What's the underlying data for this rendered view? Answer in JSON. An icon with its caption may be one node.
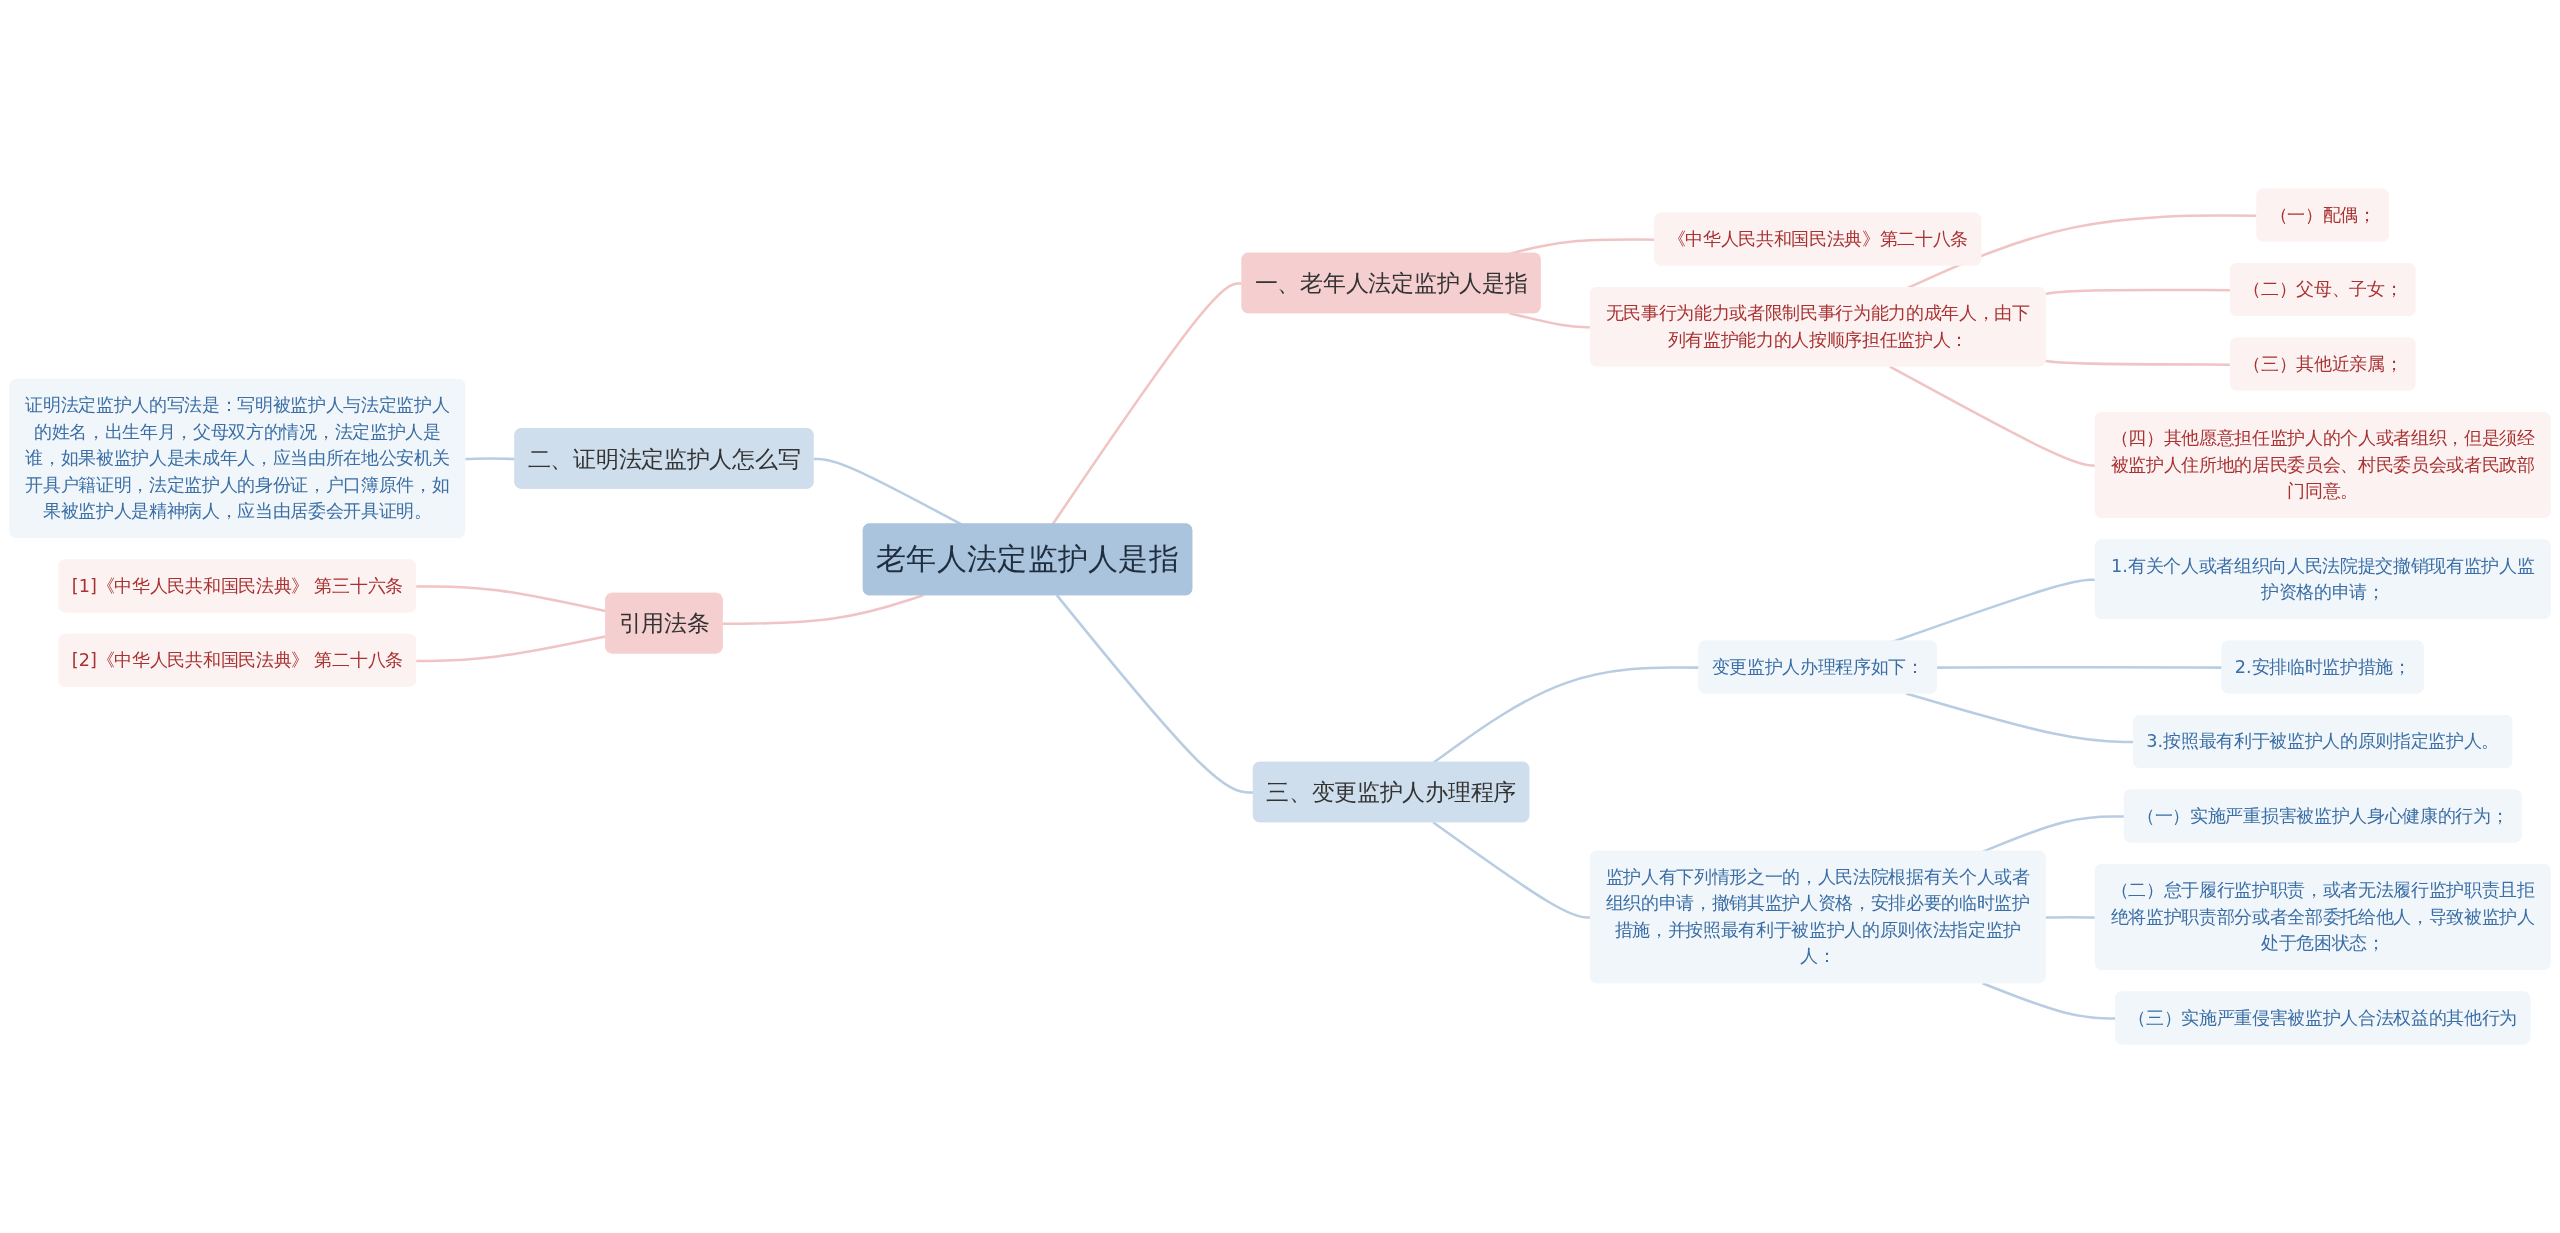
{
  "diagram": {
    "nodes": [
      {
        "text": [
          "老年人法定监护人是指"
        ]
      },
      {
        "text": [
          "一、老年人法定监护人是指"
        ]
      },
      {
        "text": [
          "《中华人民共和国民法典》第二十八条"
        ]
      },
      {
        "text": [
          "无民事行为能力或者限制民事行为能力的成年人，由下列有监护能力的人按顺序担任监护人："
        ]
      },
      {
        "text": [
          "（一）配偶；"
        ]
      },
      {
        "text": [
          "（二）父母、子女；"
        ]
      },
      {
        "text": [
          "（三）其他近亲属；"
        ]
      },
      {
        "text": [
          "（四）其他愿意担任监护人的个人或者组织，但是须经被监护人住所地的居民委员会、村民委员会或者民政部门同意。"
        ]
      },
      {
        "text": [
          "三、变更监护人办理程序"
        ]
      },
      {
        "text": [
          "变更监护人办理程序如下："
        ]
      },
      {
        "text": [
          "1.有关个人或者组织向人民法院提交撤销现有监护人监护资格的申请；"
        ]
      },
      {
        "text": [
          "2.安排临时监护措施；"
        ]
      },
      {
        "text": [
          "3.按照最有利于被监护人的原则指定监护人。"
        ]
      },
      {
        "text": [
          "监护人有下列情形之一的，人民法院根据有关个人或者组织的申请，撤销其监护人资格，安排必要的临时监护措施，并按照最有利于被监护人的原则依法指定监护人："
        ]
      },
      {
        "text": [
          "（一）实施严重损害被监护人身心健康的行为；"
        ]
      },
      {
        "text": [
          "（二）怠于履行监护职责，或者无法履行监护职责且拒绝将监护职责部分或者全部委托给他人，导致被监护人处于危困状态；"
        ]
      },
      {
        "text": [
          "（三）实施严重侵害被监护人合法权益的其他行为"
        ]
      },
      {
        "text": [
          "二、证明法定监护人怎么写"
        ]
      },
      {
        "text": [
          "证明法定监护人的写法是：写明被监护人与法定监护人的姓名，出生年月，父母双方的情况，法定监护人是谁，如果被监护人是未成年人，应当由所在地公安机关开具户籍证明，法定监护人的身份证，户口簿原件，如果被监护人是精神病人，应当由居委会开具证明。"
        ]
      },
      {
        "text": [
          "引用法条"
        ]
      },
      {
        "text": [
          "[1]《中华人民共和国民法典》 第三十六条"
        ]
      },
      {
        "text": [
          "[2]《中华人民共和国民法典》 第二十八条"
        ]
      }
    ],
    "edges": [
      {
        "from": 18,
        "to": 17,
        "arrow": "none"
      },
      {
        "from": 17,
        "to": 0,
        "arrow": "none"
      },
      {
        "from": 20,
        "to": 19,
        "arrow": "none",
        "color": "#f0c4c4"
      },
      {
        "from": 21,
        "to": 19,
        "arrow": "none",
        "color": "#f0c4c4"
      },
      {
        "from": 19,
        "to": 0,
        "arrow": "none",
        "color": "#f0c4c4"
      },
      {
        "from": 0,
        "to": 1,
        "arrow": "none",
        "color": "#f0c4c4"
      },
      {
        "from": 1,
        "to": 2,
        "arrow": "none",
        "color": "#f0c4c4"
      },
      {
        "from": 1,
        "to": 3,
        "arrow": "none",
        "color": "#f0c4c4"
      },
      {
        "from": 3,
        "to": 4,
        "arrow": "none",
        "color": "#f0c4c4"
      },
      {
        "from": 3,
        "to": 5,
        "arrow": "none",
        "color": "#f0c4c4"
      },
      {
        "from": 3,
        "to": 6,
        "arrow": "none",
        "color": "#f0c4c4"
      },
      {
        "from": 3,
        "to": 7,
        "arrow": "none",
        "color": "#f0c4c4"
      },
      {
        "from": 0,
        "to": 8,
        "arrow": "none"
      },
      {
        "from": 8,
        "to": 9,
        "arrow": "none"
      },
      {
        "from": 9,
        "to": 10,
        "arrow": "none"
      },
      {
        "from": 9,
        "to": 11,
        "arrow": "none"
      },
      {
        "from": 9,
        "to": 12,
        "arrow": "none"
      },
      {
        "from": 8,
        "to": 13,
        "arrow": "none"
      },
      {
        "from": 13,
        "to": 14,
        "arrow": "none"
      },
      {
        "from": 13,
        "to": 15,
        "arrow": "none"
      },
      {
        "from": 13,
        "to": 16,
        "arrow": "none"
      }
    ]
  }
}
